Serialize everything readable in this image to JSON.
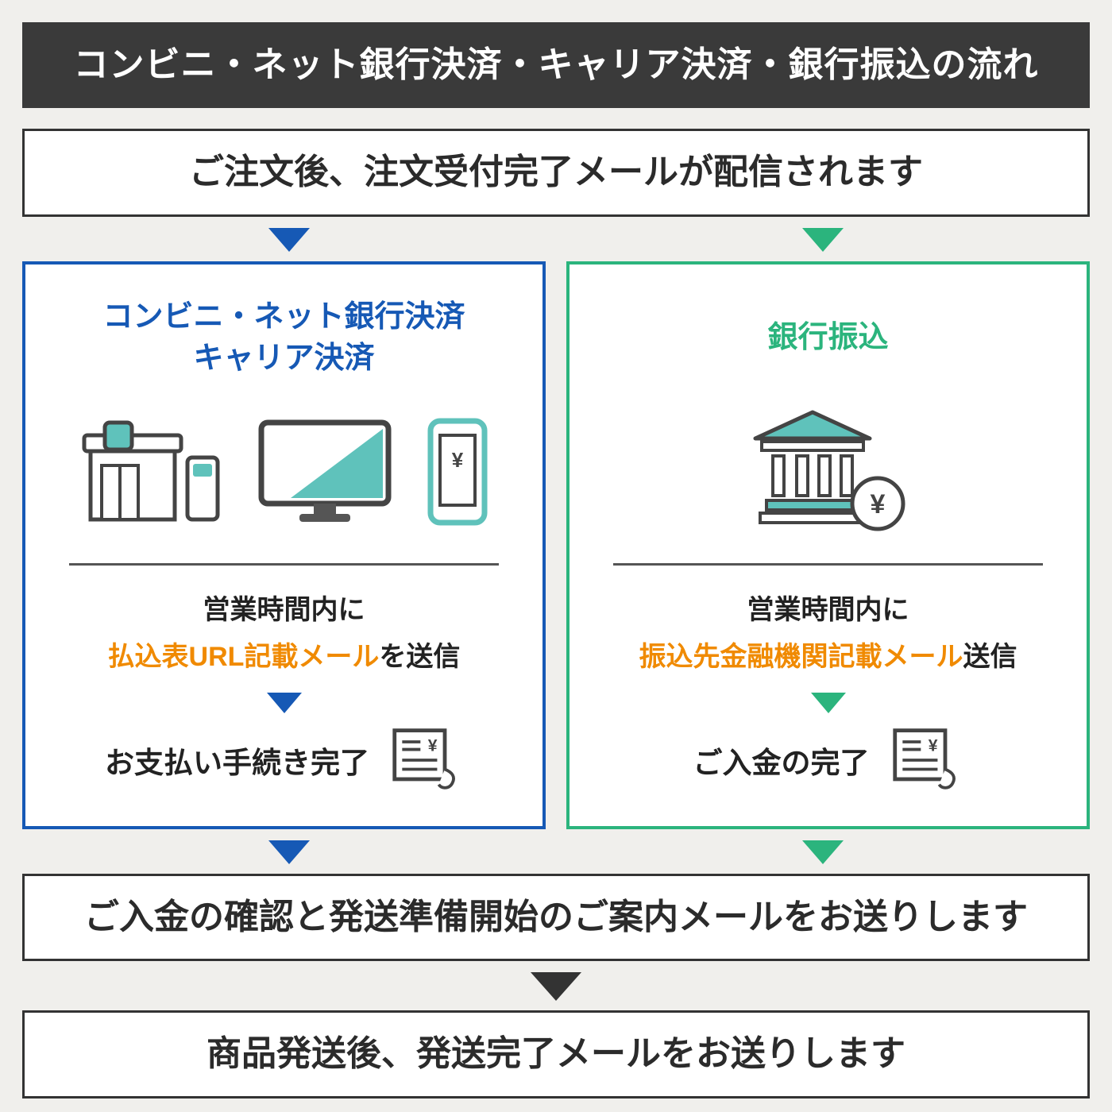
{
  "header": {
    "title": "コンビニ・ネット銀行決済・キャリア決済・銀行振込の流れ"
  },
  "flow": {
    "step_order": "ご注文後、注文受付完了メールが配信されます",
    "step_confirm": "ご入金の確認と発送準備開始のご案内メールをお送りします",
    "step_ship": "商品発送後、発送完了メールをお送りします"
  },
  "left": {
    "title_line1": "コンビニ・ネット銀行決済",
    "title_line2": "キャリア決済",
    "hours": "営業時間内に",
    "mail_highlight": "払込表URL記載メール",
    "mail_suffix": "を送信",
    "complete": "お支払い手続き完了"
  },
  "right": {
    "title": "銀行振込",
    "hours": "営業時間内に",
    "mail_highlight": "振込先金融機関記載メール",
    "mail_suffix": "送信",
    "complete": "ご入金の完了"
  },
  "symbols": {
    "yen": "¥"
  },
  "colors": {
    "dark": "#3a3a3a",
    "blue": "#1659b5",
    "green": "#2bb47d",
    "orange": "#f08a00",
    "teal": "#5fc2bb",
    "background": "#f0efec"
  }
}
